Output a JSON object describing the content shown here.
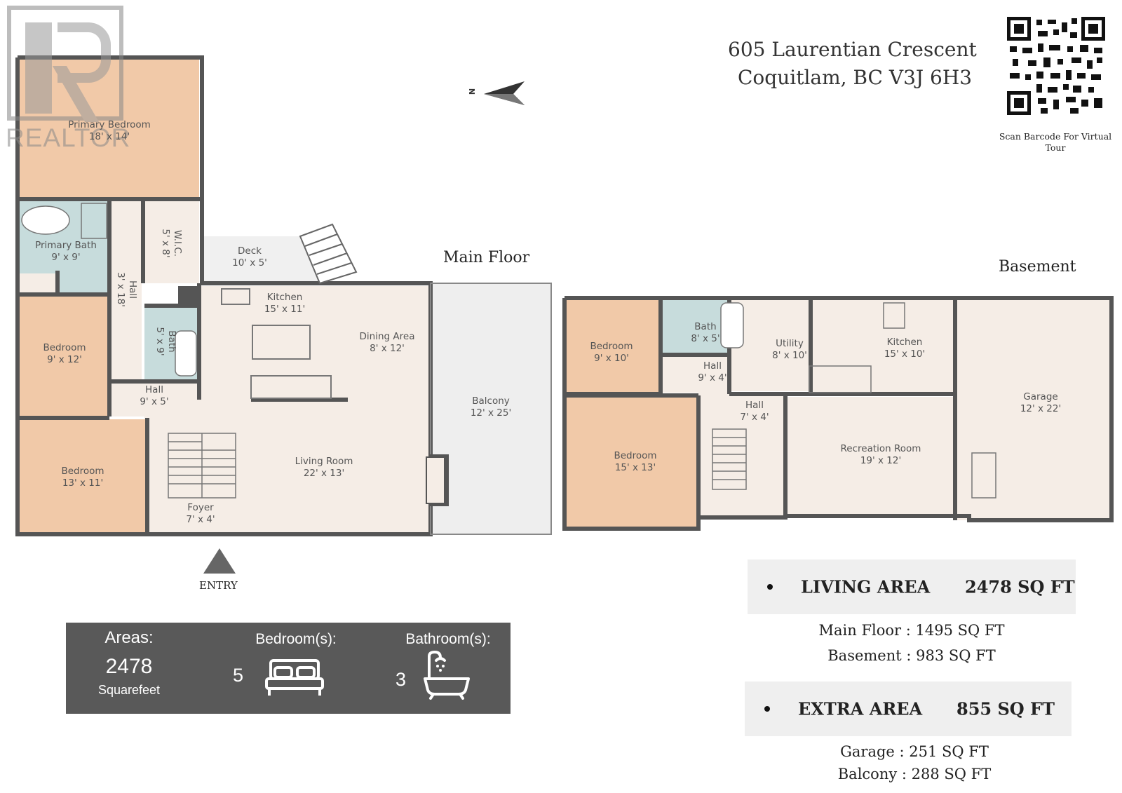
{
  "watermark": {
    "text": "REALTOR"
  },
  "address": {
    "line1": "605 Laurentian Crescent",
    "line2": "Coquitlam, BC V3J 6H3"
  },
  "qr": {
    "caption_line1": "Scan Barcode For Virtual",
    "caption_line2": "Tour"
  },
  "compass": {
    "letter": "N"
  },
  "floors": {
    "main": "Main Floor",
    "basement": "Basement"
  },
  "entry": "ENTRY",
  "rooms": {
    "primary_bedroom": {
      "name": "Primary Bedroom",
      "dims": "18' x 14'"
    },
    "primary_bath": {
      "name": "Primary Bath",
      "dims": "9' x 9'"
    },
    "wic": {
      "name": "W.I.C.",
      "dims": "5' x 8'"
    },
    "hall_vertical": {
      "name": "Hall",
      "dims": "3' x 18'"
    },
    "deck": {
      "name": "Deck",
      "dims": "10' x 5'"
    },
    "kitchen_main": {
      "name": "Kitchen",
      "dims": "15' x 11'"
    },
    "bath_main": {
      "name": "Bath",
      "dims": "5' x 9'"
    },
    "dining": {
      "name": "Dining Area",
      "dims": "8' x 12'"
    },
    "bedroom_9x12": {
      "name": "Bedroom",
      "dims": "9' x 12'"
    },
    "hall_main": {
      "name": "Hall",
      "dims": "9' x 5'"
    },
    "balcony": {
      "name": "Balcony",
      "dims": "12' x 25'"
    },
    "living": {
      "name": "Living Room",
      "dims": "22' x 13'"
    },
    "bedroom_13x11": {
      "name": "Bedroom",
      "dims": "13' x 11'"
    },
    "foyer": {
      "name": "Foyer",
      "dims": "7' x 4'"
    },
    "b_bedroom_9x10": {
      "name": "Bedroom",
      "dims": "9' x 10'"
    },
    "b_bath": {
      "name": "Bath",
      "dims": "8' x 5'"
    },
    "b_utility": {
      "name": "Utility",
      "dims": "8' x 10'"
    },
    "b_kitchen": {
      "name": "Kitchen",
      "dims": "15' x 10'"
    },
    "b_garage": {
      "name": "Garage",
      "dims": "12' x 22'"
    },
    "b_hall_upper": {
      "name": "Hall",
      "dims": "9' x 4'"
    },
    "b_hall_lower": {
      "name": "Hall",
      "dims": "7' x 4'"
    },
    "b_bedroom_15x13": {
      "name": "Bedroom",
      "dims": "15' x 13'"
    },
    "b_recreation": {
      "name": "Recreation Room",
      "dims": "19' x 12'"
    }
  },
  "summary": {
    "areas_label": "Areas:",
    "areas_value": "2478",
    "areas_unit": "Squarefeet",
    "bedrooms_label": "Bedroom(s):",
    "bedrooms_value": "5",
    "bathrooms_label": "Bathroom(s):",
    "bathrooms_value": "3"
  },
  "living_area": {
    "label": "LIVING AREA",
    "value": "2478 SQ FT",
    "main_floor": "Main Floor : 1495 SQ FT",
    "basement": "Basement : 983 SQ FT"
  },
  "extra_area": {
    "label": "EXTRA AREA",
    "value": "855 SQ FT",
    "garage": "Garage : 251 SQ FT",
    "balcony": "Balcony : 288 SQ FT"
  },
  "colors": {
    "bedroom": "#f1c9a8",
    "room": "#f5ede6",
    "bath": "#c7dcdc",
    "wall": "#555555",
    "panel": "#595959"
  }
}
